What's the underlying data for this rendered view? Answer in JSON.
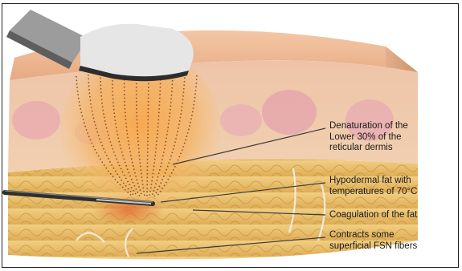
{
  "annotations": [
    {
      "id": "denaturation",
      "text": "Denaturation of the\nLower 30% of the\nreticular dermis"
    },
    {
      "id": "hypodermal",
      "text": "Hypodermal fat with\ntemperatures of 70°C"
    },
    {
      "id": "coagulation",
      "text": "Coagulation of the fat"
    },
    {
      "id": "contracts",
      "text": "Contracts some\nsuperficial FSN fibers"
    }
  ],
  "colors": {
    "epidermis": "#e8b48e",
    "dermis": "#f2c9a3",
    "fat": "#e9c36f",
    "heat": "#f0a24a",
    "probe": "#3b3b3b",
    "leader": "#3a3a3a"
  }
}
